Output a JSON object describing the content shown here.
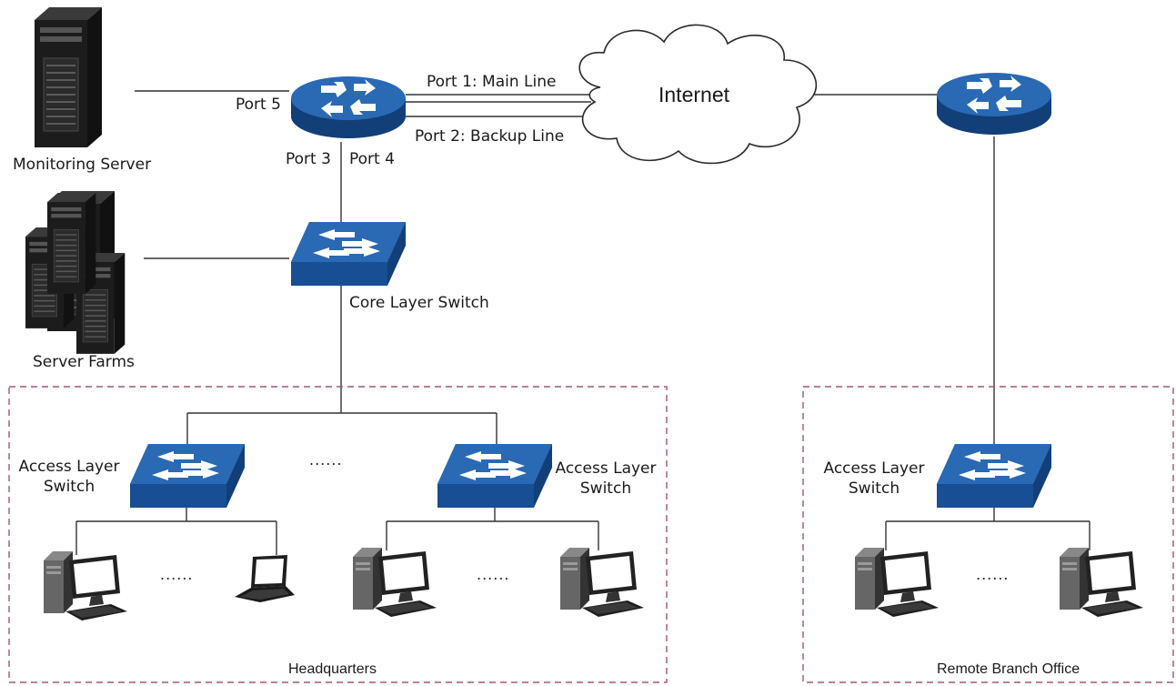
{
  "labels": {
    "monitoring_server": "Monitoring Server",
    "port5": "Port 5",
    "port3": "Port 3",
    "port4": "Port 4",
    "port1_main": "Port 1: Main Line",
    "port2_backup": "Port 2: Backup Line",
    "internet": "Internet",
    "core_switch": "Core Layer Switch",
    "server_farms": "Server Farms",
    "access_switch_1_line1": "Access Layer",
    "access_switch_1_line2": "Switch",
    "access_switch_2_line1": "Access Layer",
    "access_switch_2_line2": "Switch",
    "access_switch_3_line1": "Access Layer",
    "access_switch_3_line2": "Switch",
    "headquarters": "Headquarters",
    "remote_branch": "Remote Branch Office",
    "ellipsis": "......"
  },
  "colors": {
    "device_blue": "#1f5da8",
    "device_blue_dark": "#123f78",
    "group_border": "#a3537a",
    "line": "#333333"
  },
  "icons": {
    "router": "router-icon",
    "switch": "switch-icon",
    "server": "server-tower-icon",
    "pc": "desktop-pc-icon",
    "laptop": "laptop-icon",
    "cloud": "cloud-icon"
  }
}
